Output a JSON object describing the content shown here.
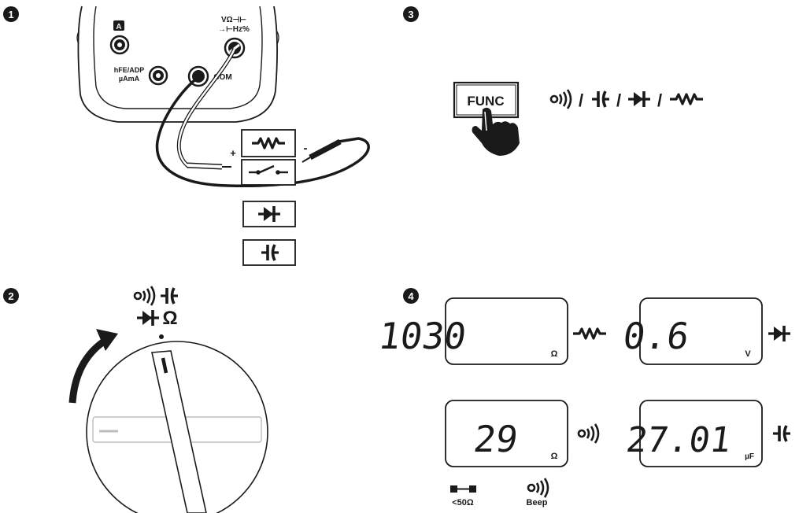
{
  "steps": [
    {
      "number": "1"
    },
    {
      "number": "2"
    },
    {
      "number": "3"
    },
    {
      "number": "4"
    }
  ],
  "jacks": {
    "amp_label": "A",
    "volt_label_line1": "VΩ⊣⊢",
    "volt_label_line2": "→⊢Hz%",
    "hfe_line1": "hFE/ADP",
    "hfe_line2": "µAmA",
    "com_label": "COM"
  },
  "leads": {
    "plus_sign": "+",
    "minus_sign": "-"
  },
  "dial_symbols": {
    "icons": [
      "beep-icon",
      "capacitor-icon",
      "diode-icon"
    ],
    "ohm": "Ω"
  },
  "func_button": {
    "label": "FUNC"
  },
  "func_cycle": {
    "separator": "/",
    "icons": [
      "beep-icon",
      "capacitor-icon",
      "diode-icon",
      "resistor-icon"
    ]
  },
  "displays": [
    {
      "value": "1030",
      "unit": "Ω",
      "icon": "resistor-icon"
    },
    {
      "value": "0.6",
      "unit": "V",
      "icon": "diode-icon"
    },
    {
      "value": "29",
      "unit": "Ω",
      "icon": "beep-icon"
    },
    {
      "value": "27.01",
      "unit": "µF",
      "icon": "capacitor-icon"
    }
  ],
  "continuity_note": {
    "threshold": "<50Ω",
    "beep": "Beep"
  },
  "colors": {
    "ink": "#1a1a1a",
    "gray_lead": "#9a9a9a",
    "knob_gray": "#bdbdbd"
  }
}
